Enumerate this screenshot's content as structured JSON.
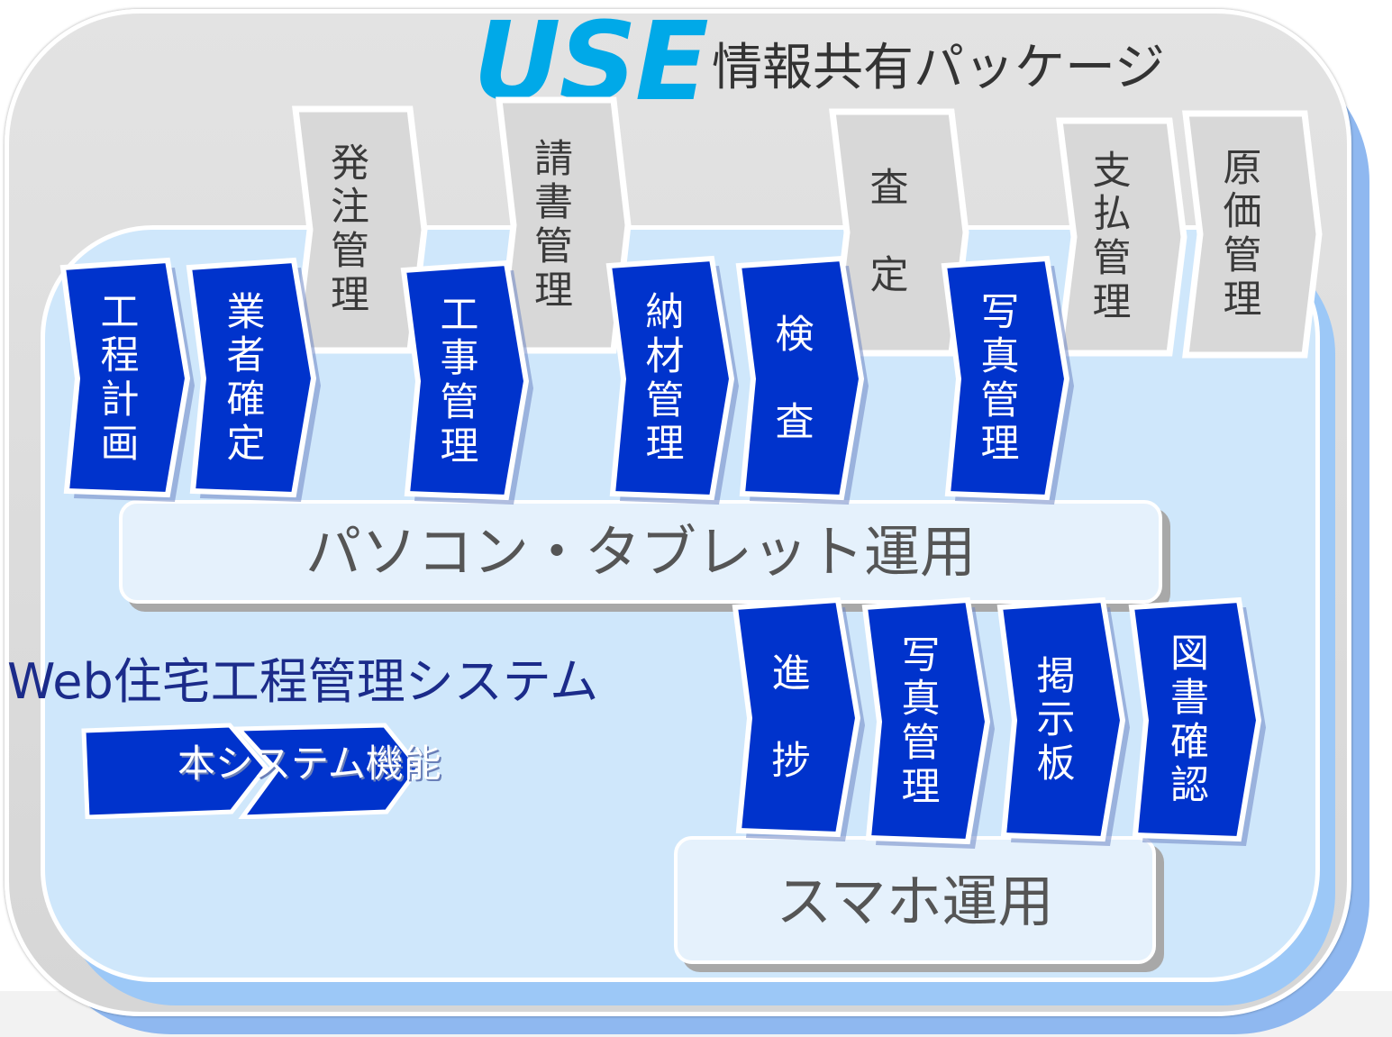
{
  "use_package": {
    "title": "USE",
    "subtitle": "情報共有パッケージ",
    "modules": [
      {
        "lines": [
          "発",
          "注",
          "管",
          "理"
        ]
      },
      {
        "lines": [
          "請",
          "書",
          "管",
          "理"
        ]
      },
      {
        "lines": [
          "査",
          "",
          "定"
        ]
      },
      {
        "lines": [
          "支",
          "払",
          "管",
          "理"
        ]
      },
      {
        "lines": [
          "原",
          "価",
          "管",
          "理"
        ]
      }
    ]
  },
  "web_system": {
    "title": "Web住宅工程管理システム",
    "pc_modules": [
      {
        "lines": [
          "工",
          "程",
          "計",
          "画"
        ]
      },
      {
        "lines": [
          "業",
          "者",
          "確",
          "定"
        ]
      },
      {
        "lines": [
          "工",
          "事",
          "管",
          "理"
        ]
      },
      {
        "lines": [
          "納",
          "材",
          "管",
          "理"
        ]
      },
      {
        "lines": [
          "検",
          "",
          "査"
        ]
      },
      {
        "lines": [
          "写",
          "真",
          "管",
          "理"
        ]
      }
    ],
    "smartphone_modules": [
      {
        "lines": [
          "進",
          "",
          "捗"
        ]
      },
      {
        "lines": [
          "写",
          "真",
          "管",
          "理"
        ]
      },
      {
        "lines": [
          "掲",
          "示",
          "板"
        ]
      },
      {
        "lines": [
          "図",
          "書",
          "確",
          "認"
        ]
      }
    ]
  },
  "usage_labels": {
    "pc_tablet": "パソコン・タブレット運用",
    "smartphone": "スマホ運用"
  },
  "legend": {
    "label": "本システム機能"
  },
  "colors": {
    "use_title": "#00a9e8",
    "system_chevron": "#0033cc",
    "package_chevron": "#d8d8d8",
    "outer_frame": "#d6d6d6",
    "inner_frame": "#cfe7fb"
  }
}
